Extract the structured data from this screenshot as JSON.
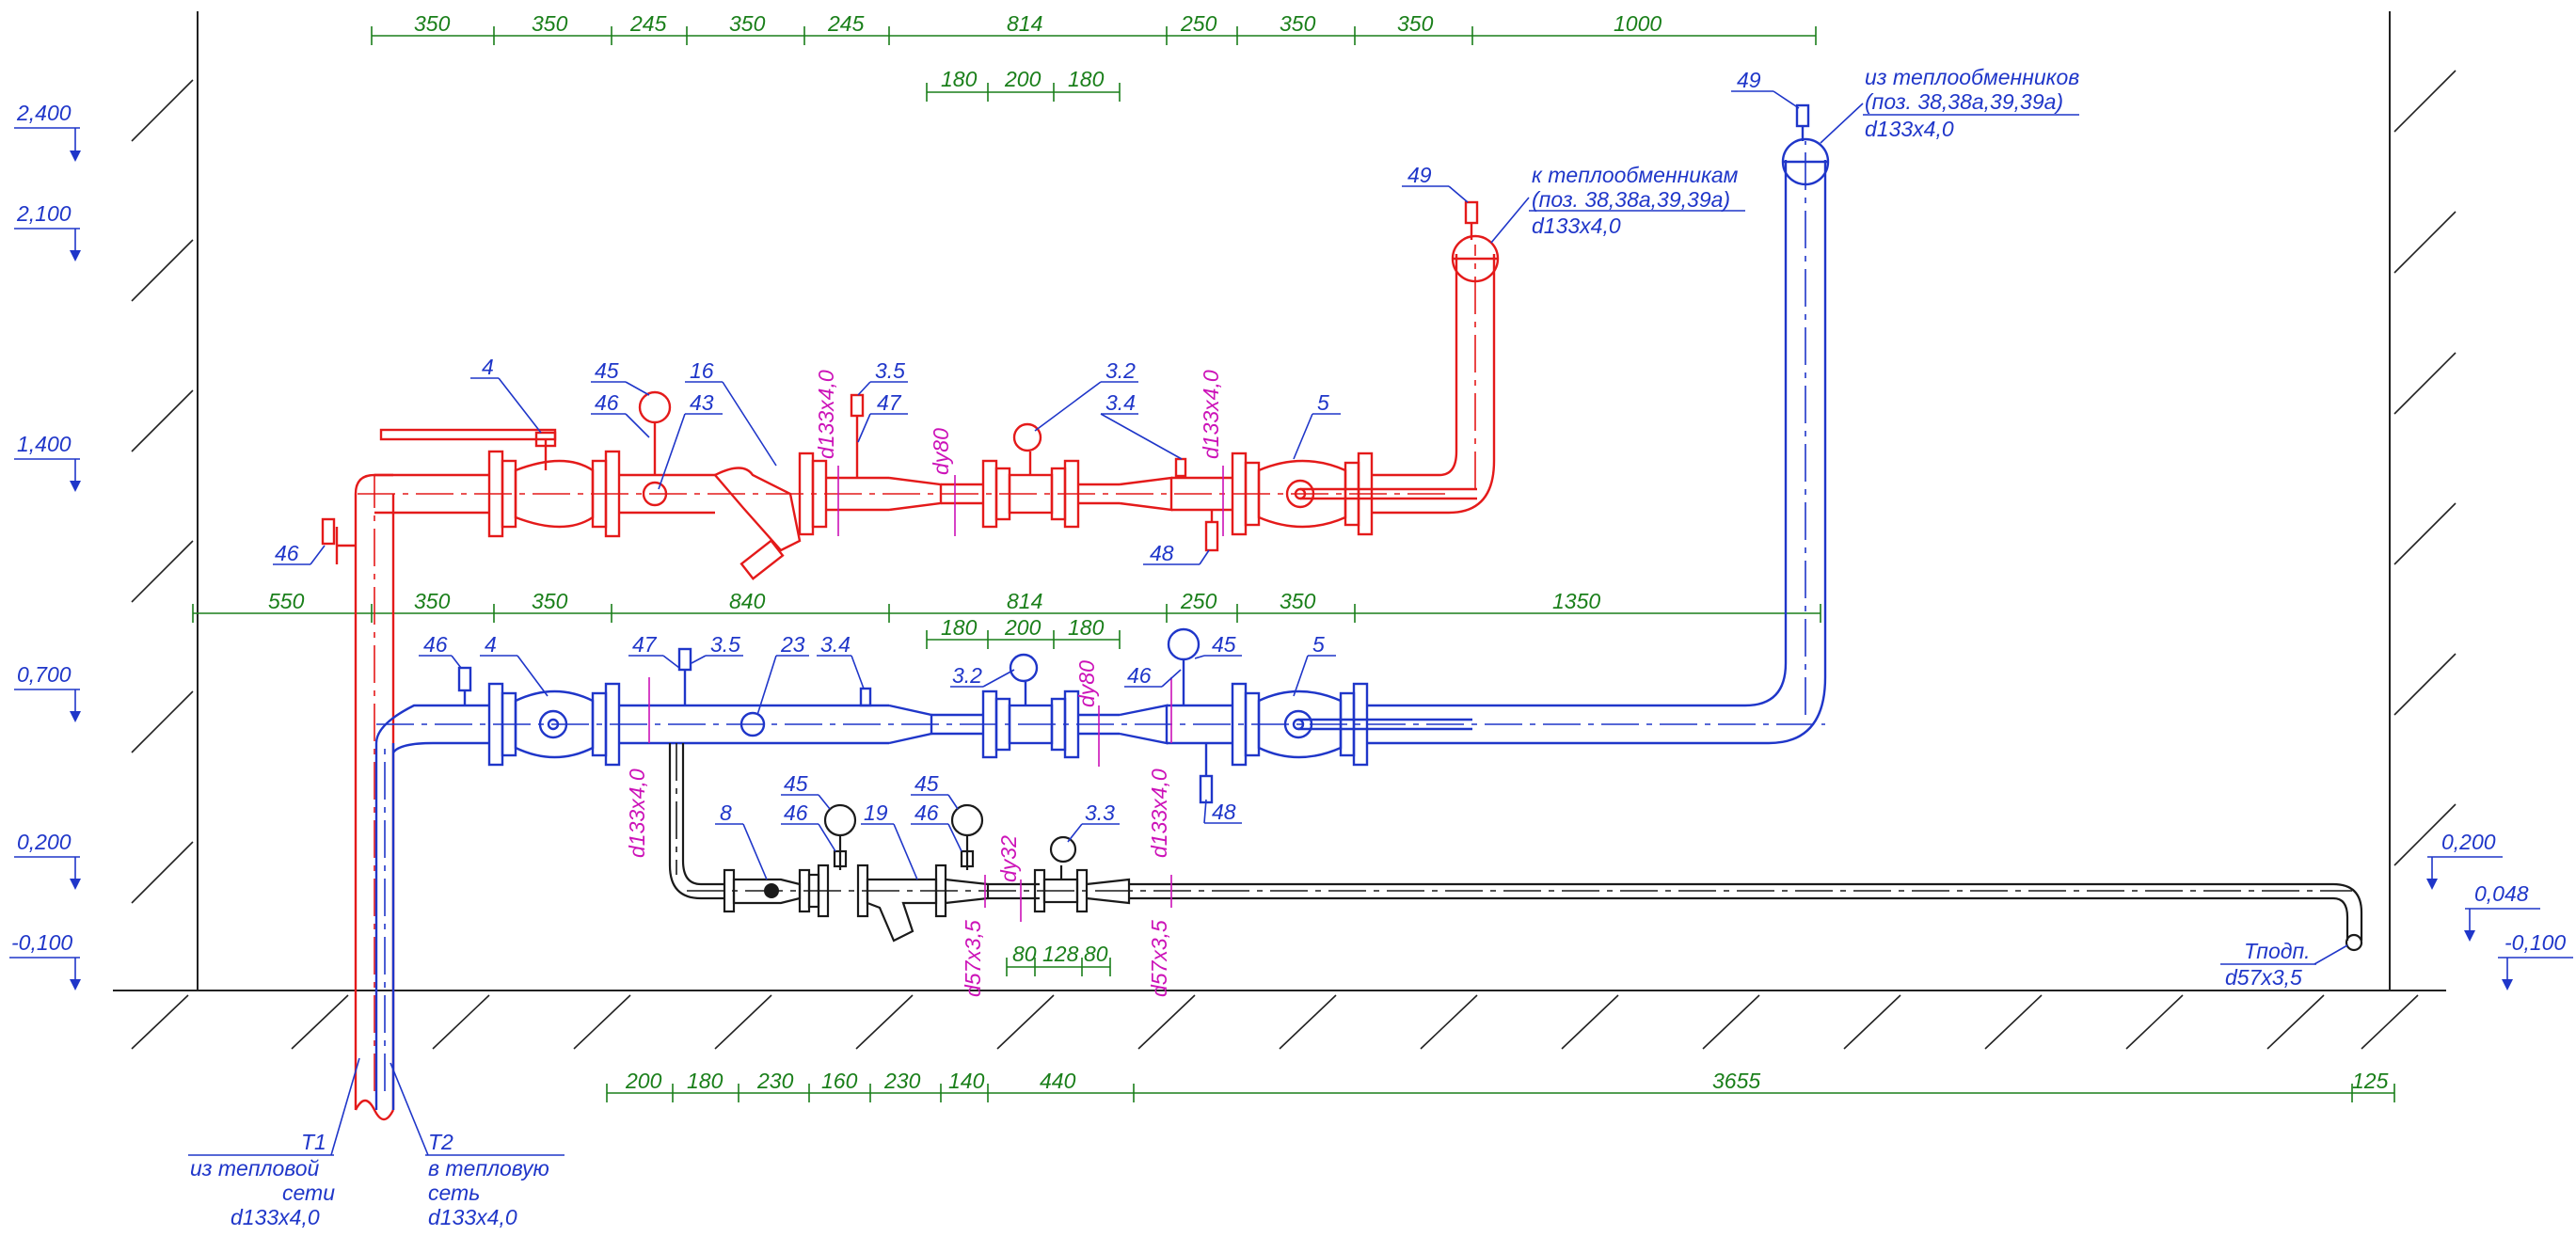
{
  "elevation_marks": {
    "left": [
      "2,400",
      "2,100",
      "1,400",
      "0,700",
      "0,200",
      "-0,100"
    ],
    "right": [
      "0,200",
      "0,048",
      "-0,100"
    ]
  },
  "dimensions": {
    "top_row": [
      "350",
      "350",
      "245",
      "350",
      "245",
      "814",
      "250",
      "350",
      "350",
      "1000"
    ],
    "top_sub": [
      "180",
      "200",
      "180"
    ],
    "middle_row": [
      "550",
      "350",
      "350",
      "840",
      "814",
      "250",
      "350",
      "1350"
    ],
    "middle_sub": [
      "180",
      "200",
      "180"
    ],
    "bottom_row": [
      "200",
      "180",
      "230",
      "160",
      "230",
      "140",
      "440",
      "3655",
      "125"
    ],
    "lower_sub": [
      "80",
      "128",
      "80"
    ]
  },
  "positions": {
    "red_line": [
      "4",
      "45",
      "46",
      "43",
      "16",
      "3.5",
      "47",
      "3.2",
      "3.4",
      "5",
      "46",
      "48",
      "49"
    ],
    "blue_line": [
      "46",
      "4",
      "47",
      "3.5",
      "23",
      "3.4",
      "3.2",
      "46",
      "45",
      "5",
      "48",
      "49"
    ],
    "black_line": [
      "8",
      "45",
      "46",
      "19",
      "45",
      "46",
      "3.3"
    ]
  },
  "pipe_sizes": {
    "d133": "d133x4,0",
    "dy80": "dy80",
    "dy32": "dy32",
    "d57": "d57x3,5"
  },
  "callouts": {
    "to_hx": {
      "line1": "к теплообменникам",
      "line2": "(поз. 38,38а,39,39а)",
      "line3": "d133x4,0"
    },
    "from_hx": {
      "line1": "из теплообменников",
      "line2": "(поз. 38,38а,39,39а)",
      "line3": "d133x4,0"
    },
    "t1": {
      "line1": "Т1",
      "line2": "из тепловой",
      "line3": "сети",
      "line4": "d133x4,0"
    },
    "t2": {
      "line1": "Т2",
      "line2": "в тепловую",
      "line3": "сеть",
      "line4": "d133x4,0"
    },
    "tpodp": {
      "line1": "Тподп.",
      "line2": "d57x3,5"
    }
  },
  "colors": {
    "supply": "#e41a1a",
    "return": "#1f36c9",
    "makeup": "#1a1a1a",
    "dimension": "#1a7f1a",
    "size_label": "#cc12b8"
  }
}
